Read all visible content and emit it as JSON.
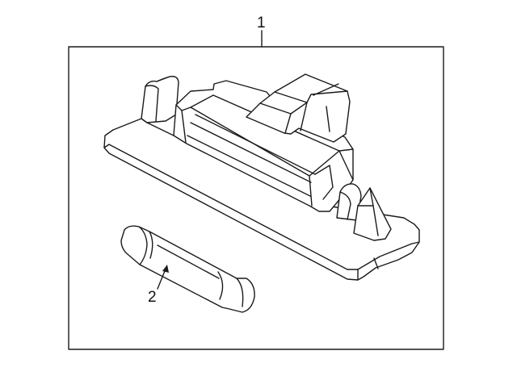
{
  "diagram": {
    "callouts": [
      {
        "label": "1",
        "part": "license-lamp-assembly"
      },
      {
        "label": "2",
        "part": "bulb"
      }
    ],
    "colors": {
      "line": "#1a1a1a",
      "background": "#ffffff"
    }
  }
}
